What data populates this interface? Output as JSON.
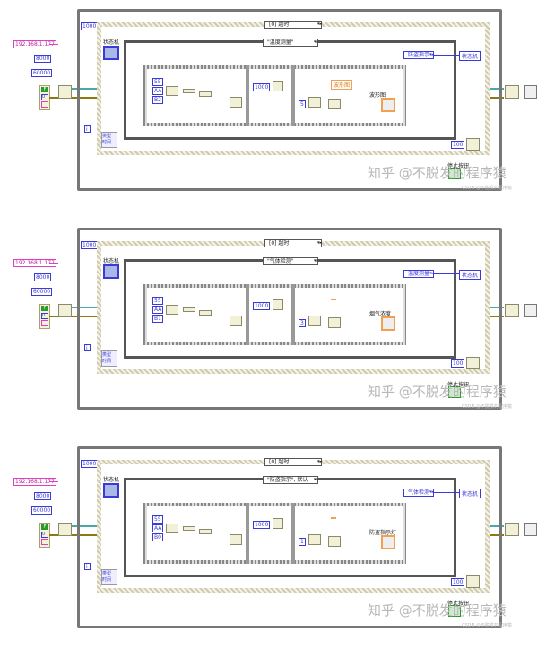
{
  "diagrams": [
    {
      "ip": "192.168.1.177",
      "port": "8000",
      "timeout_ms": "60000",
      "bool_label": "F",
      "error_code": "0",
      "wait_ms": "1000",
      "loop_wait_ms": "100",
      "event_case": "[0] 超时",
      "state_machine_label": "状态机",
      "case_selector": "\"温度测量\"",
      "bytes": [
        "55",
        "AA",
        "B2"
      ],
      "seq_wait_ms": "1000",
      "read_count": "5",
      "next_state": "防盗指示",
      "state_local": "状态机",
      "widget_ref": "波形图",
      "widget_label": "波形图",
      "widget_kind": "waveform-graph",
      "iteration": "i",
      "event_data": [
        "类型",
        "时间"
      ],
      "stop_label": "停止按钮",
      "watermark": "知乎 @不脱发的程序猿",
      "watermark_small": "CSDN @不脱发的程序猿"
    },
    {
      "ip": "192.168.1.177",
      "port": "8000",
      "timeout_ms": "60000",
      "bool_label": "F",
      "error_code": "0",
      "wait_ms": "1000",
      "loop_wait_ms": "100",
      "event_case": "[0] 超时",
      "state_machine_label": "状态机",
      "case_selector": "\"气体检测\"",
      "bytes": [
        "55",
        "AA",
        "B1"
      ],
      "seq_wait_ms": "1000",
      "read_count": "3",
      "next_state": "温度测量",
      "state_local": "状态机",
      "widget_ref": "",
      "widget_label": "烟气浓度",
      "widget_kind": "gauge",
      "iteration": "i",
      "event_data": [
        "类型",
        "时间"
      ],
      "stop_label": "停止按钮",
      "watermark": "知乎 @不脱发的程序猿",
      "watermark_small": "CSDN @不脱发的程序猿"
    },
    {
      "ip": "192.168.1.177",
      "port": "8000",
      "timeout_ms": "60000",
      "bool_label": "F",
      "error_code": "0",
      "wait_ms": "1000",
      "loop_wait_ms": "100",
      "event_case": "[0] 超时",
      "state_machine_label": "状态机",
      "case_selector": "\"防盗指示\", 默认",
      "bytes": [
        "55",
        "AA",
        "B0"
      ],
      "seq_wait_ms": "1000",
      "read_count": "1",
      "next_state": "气体检测",
      "state_local": "状态机",
      "widget_ref": "",
      "widget_label": "防盗指示灯",
      "widget_kind": "led",
      "iteration": "i",
      "event_data": [
        "类型",
        "时间"
      ],
      "stop_label": "停止按钮",
      "watermark": "知乎 @不脱发的程序猿",
      "watermark_small": "CSDN @不脱发的程序猿"
    }
  ],
  "colors": {
    "string": "#e040c0",
    "numeric": "#3a3ad8",
    "refnum": "#4aa8a8",
    "error": "#8a7a10",
    "boolean": "#2a9a2a"
  }
}
